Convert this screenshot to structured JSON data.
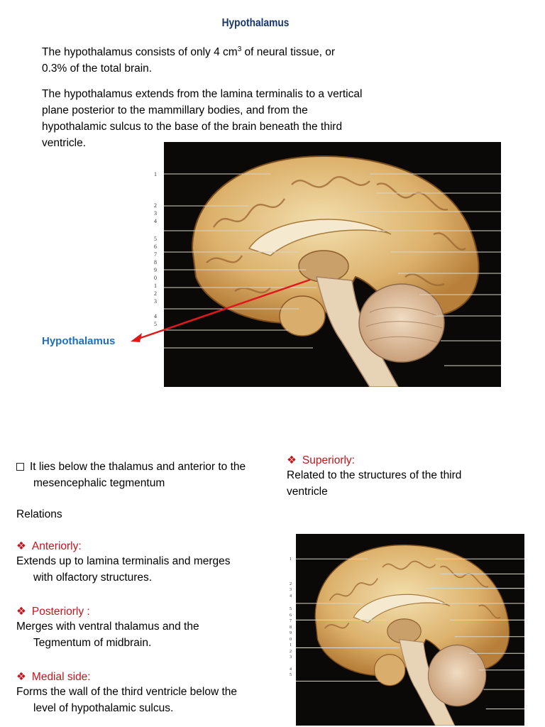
{
  "title": "Hypothalamus",
  "intro": {
    "p1_line1_before": "The hypothalamus consists of only 4 cm",
    "p1_sup": "3",
    "p1_line1_after": " of neural tissue, or",
    "p1_line2": "0.3% of the total brain.",
    "p2_lines": [
      "The hypothalamus extends from the lamina terminalis to a vertical",
      "plane posterior to the mammillary bodies, and from the",
      "hypothalamic sulcus to the base of the brain beneath the third",
      "ventricle."
    ]
  },
  "figure_label": "Hypothalamus",
  "lies_below": {
    "line1": "It lies below the thalamus and anterior to the",
    "line2": "mesencephalic tegmentum"
  },
  "relations_heading": "Relations",
  "relations": {
    "anteriorly": {
      "head": "Anteriorly:",
      "line1": "Extends up to lamina terminalis and merges",
      "line2": "with olfactory structures."
    },
    "posteriorly": {
      "head": "Posteriorly :",
      "line1": "Merges with ventral thalamus and the",
      "line2": "Tegmentum of midbrain."
    },
    "medial": {
      "head": "Medial side:",
      "line1": "Forms the wall of the third ventricle below the",
      "line2": "level of hypothalamic sulcus."
    },
    "superiorly": {
      "head": "Superiorly:",
      "line1": "Related to the structures of the third",
      "line2": "ventricle"
    }
  },
  "bullet_glyph": "❖",
  "colors": {
    "title": "#17366b",
    "blue_label": "#1f6fb7",
    "red_heading": "#c0161d",
    "arrow": "#e0181b"
  },
  "figure_numbers": [
    "1",
    "2",
    "3",
    "4",
    "5",
    "6",
    "7",
    "8",
    "9",
    "0",
    "1",
    "2",
    "3",
    "4",
    "5"
  ]
}
